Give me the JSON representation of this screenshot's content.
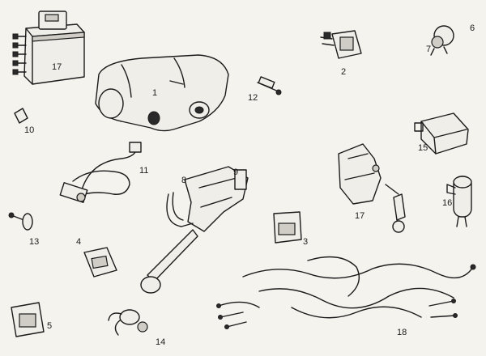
{
  "callouts": [
    {
      "id": "c17a",
      "text": "17"
    },
    {
      "id": "c1",
      "text": "1"
    },
    {
      "id": "c2",
      "text": "2"
    },
    {
      "id": "c6",
      "text": "6"
    },
    {
      "id": "c7",
      "text": "7"
    },
    {
      "id": "c12",
      "text": "12"
    },
    {
      "id": "c10",
      "text": "10"
    },
    {
      "id": "c15",
      "text": "15"
    },
    {
      "id": "c11",
      "text": "11"
    },
    {
      "id": "c8",
      "text": "8"
    },
    {
      "id": "c9",
      "text": "9"
    },
    {
      "id": "c17b",
      "text": "17"
    },
    {
      "id": "c16",
      "text": "16"
    },
    {
      "id": "c13",
      "text": "13"
    },
    {
      "id": "c4",
      "text": "4"
    },
    {
      "id": "c3",
      "text": "3"
    },
    {
      "id": "c5",
      "text": "5"
    },
    {
      "id": "c14",
      "text": "14"
    },
    {
      "id": "c18",
      "text": "18"
    }
  ]
}
